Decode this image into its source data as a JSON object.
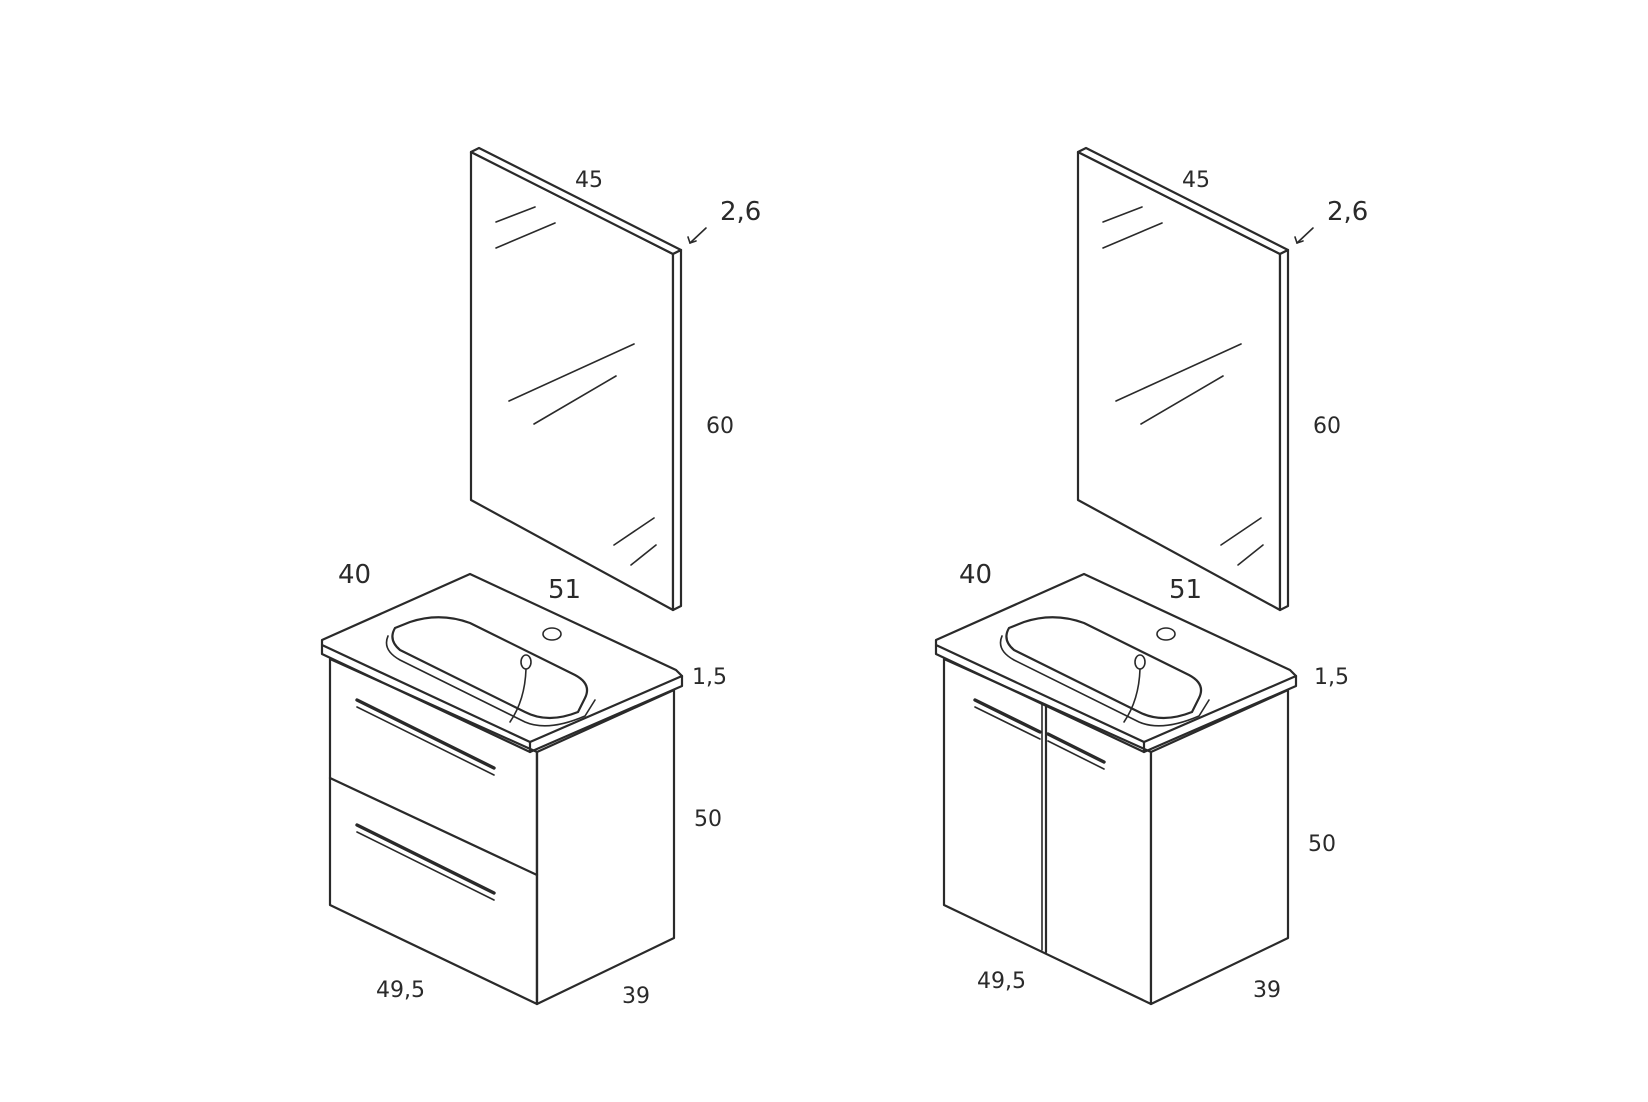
{
  "diagrams": [
    {
      "variant": "two-drawers",
      "mirror": {
        "width": "45",
        "depth": "2,6",
        "height": "60"
      },
      "basin": {
        "depth": "40",
        "width": "51",
        "thickness": "1,5"
      },
      "cabinet": {
        "height": "50",
        "width": "49,5",
        "depth": "39"
      }
    },
    {
      "variant": "two-doors",
      "mirror": {
        "width": "45",
        "depth": "2,6",
        "height": "60"
      },
      "basin": {
        "depth": "40",
        "width": "51",
        "thickness": "1,5"
      },
      "cabinet": {
        "height": "50",
        "width": "49,5",
        "depth": "39"
      }
    }
  ]
}
